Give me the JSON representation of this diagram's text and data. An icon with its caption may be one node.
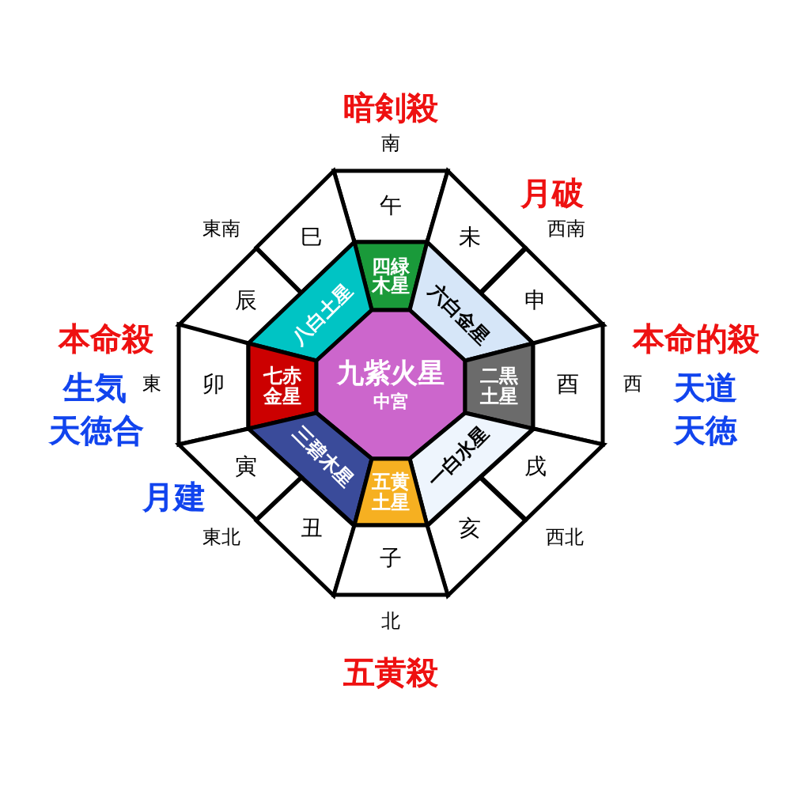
{
  "diagram": {
    "nodes": [
      {
        "text": [
          "午"
        ]
      },
      {
        "text": [
          "巳"
        ]
      },
      {
        "text": [
          "未"
        ]
      },
      {
        "text": [
          "四緑木星"
        ]
      },
      {
        "text": [
          "辰"
        ]
      },
      {
        "text": [
          "申"
        ]
      },
      {
        "text": [
          "八白土星"
        ]
      },
      {
        "text": [
          "六白金星"
        ]
      },
      {
        "text": [
          "卯"
        ]
      },
      {
        "text": [
          "七赤金星"
        ]
      },
      {
        "text": [
          "九紫火星",
          "中宮"
        ]
      },
      {
        "text": [
          "二黒土星"
        ]
      },
      {
        "text": [
          "酉"
        ]
      },
      {
        "text": [
          "三碧木星"
        ]
      },
      {
        "text": [
          "一白水星"
        ]
      },
      {
        "text": [
          "寅"
        ]
      },
      {
        "text": [
          "戌"
        ]
      },
      {
        "text": [
          "五黄土星"
        ]
      },
      {
        "text": [
          "丑"
        ]
      },
      {
        "text": [
          "亥"
        ]
      },
      {
        "text": [
          "子"
        ]
      }
    ],
    "labels": [
      "暗剣殺",
      "南",
      "月破",
      "東南",
      "西南",
      "本命殺",
      "本命的殺",
      "生気",
      "東",
      "西",
      "天道",
      "天徳合",
      "天徳",
      "月建",
      "東北",
      "西北",
      "北",
      "五黄殺"
    ]
  }
}
